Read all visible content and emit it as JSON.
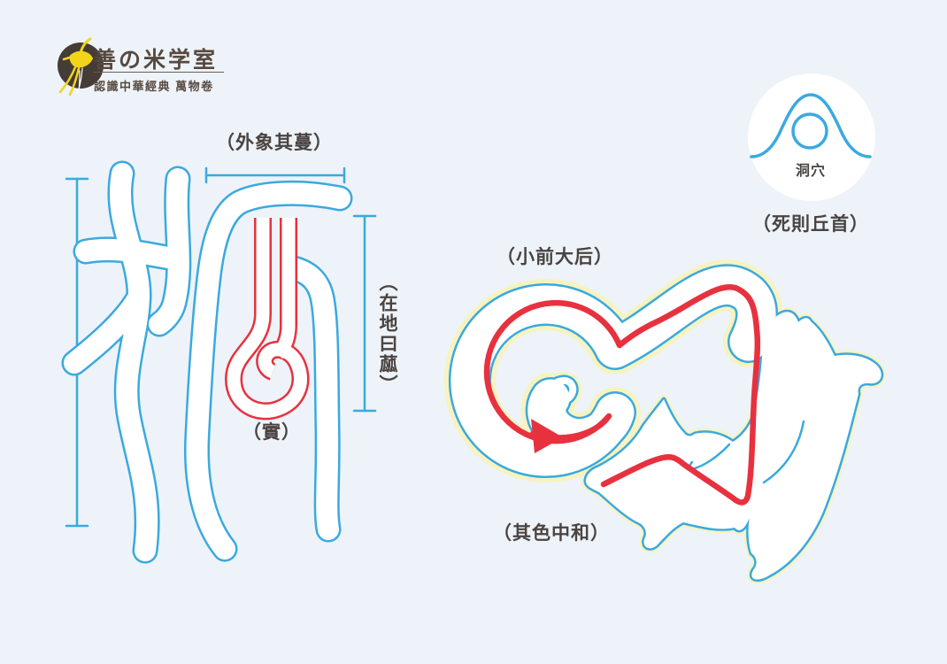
{
  "colors": {
    "background": "#edf3f8",
    "stroke_blue": "#3aa9e0",
    "stroke_red": "#e8313f",
    "glow_yellow": "#f7f3c0",
    "text_dark": "#4a4341",
    "logo_brown": "#453c36",
    "logo_text": "#57493f",
    "bird_yellow": "#f2d51a",
    "white": "#ffffff"
  },
  "logo": {
    "title": "善の米学室",
    "subtitle": "認識中華經典 萬物卷"
  },
  "left_figure": {
    "top_label": "（外象其蔓）",
    "right_label": "（在地曰蓏）",
    "fruit_label": "（實）"
  },
  "right_figure": {
    "top_label": "（小前大后）",
    "bottom_label": "（其色中和）"
  },
  "badge": {
    "label": "洞穴",
    "caption": "（死則丘首）"
  }
}
